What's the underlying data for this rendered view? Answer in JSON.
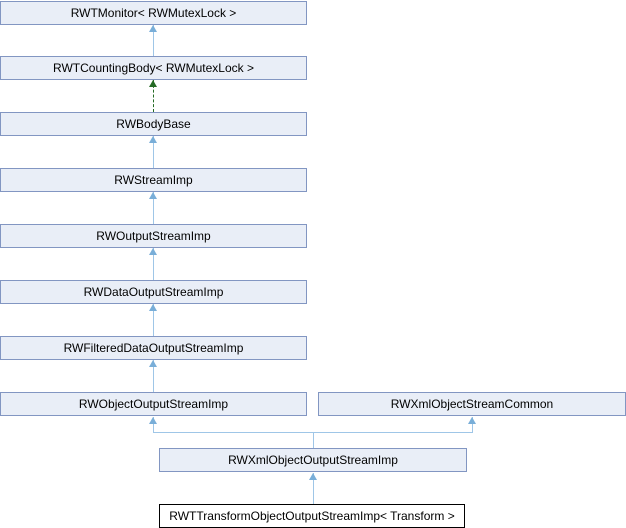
{
  "diagram": {
    "kind": "class-inheritance-graph",
    "nodes": [
      {
        "label": "RWTMonitor< RWMutexLock >"
      },
      {
        "label": "RWTCountingBody< RWMutexLock >"
      },
      {
        "label": "RWBodyBase"
      },
      {
        "label": "RWStreamImp"
      },
      {
        "label": "RWOutputStreamImp"
      },
      {
        "label": "RWDataOutputStreamImp"
      },
      {
        "label": "RWFilteredDataOutputStreamImp"
      },
      {
        "label": "RWObjectOutputStreamImp"
      },
      {
        "label": "RWXmlObjectStreamCommon"
      },
      {
        "label": "RWXmlObjectOutputStreamImp"
      },
      {
        "label": "RWTTransformObjectOutputStreamImp< Transform >",
        "current": true
      }
    ],
    "edges": [
      {
        "from": "RWTCountingBody< RWMutexLock >",
        "to": "RWTMonitor< RWMutexLock >",
        "style": "solid"
      },
      {
        "from": "RWBodyBase",
        "to": "RWTCountingBody< RWMutexLock >",
        "style": "dashed"
      },
      {
        "from": "RWStreamImp",
        "to": "RWBodyBase",
        "style": "solid"
      },
      {
        "from": "RWOutputStreamImp",
        "to": "RWStreamImp",
        "style": "solid"
      },
      {
        "from": "RWDataOutputStreamImp",
        "to": "RWOutputStreamImp",
        "style": "solid"
      },
      {
        "from": "RWFilteredDataOutputStreamImp",
        "to": "RWDataOutputStreamImp",
        "style": "solid"
      },
      {
        "from": "RWObjectOutputStreamImp",
        "to": "RWFilteredDataOutputStreamImp",
        "style": "solid"
      },
      {
        "from": "RWXmlObjectOutputStreamImp",
        "to": "RWObjectOutputStreamImp",
        "style": "solid"
      },
      {
        "from": "RWXmlObjectOutputStreamImp",
        "to": "RWXmlObjectStreamCommon",
        "style": "solid"
      },
      {
        "from": "RWTTransformObjectOutputStreamImp< Transform >",
        "to": "RWXmlObjectOutputStreamImp",
        "style": "solid"
      }
    ],
    "colors": {
      "node_fill": "#e9eef7",
      "node_border": "#8296c2",
      "current_node_fill": "#ffffff",
      "current_node_border": "#000000",
      "edge_solid": "#9fc6e7",
      "edge_arrowhead": "#79aed8",
      "edge_dashed": "#256b25",
      "text": "#000000",
      "background": "#ffffff"
    }
  }
}
